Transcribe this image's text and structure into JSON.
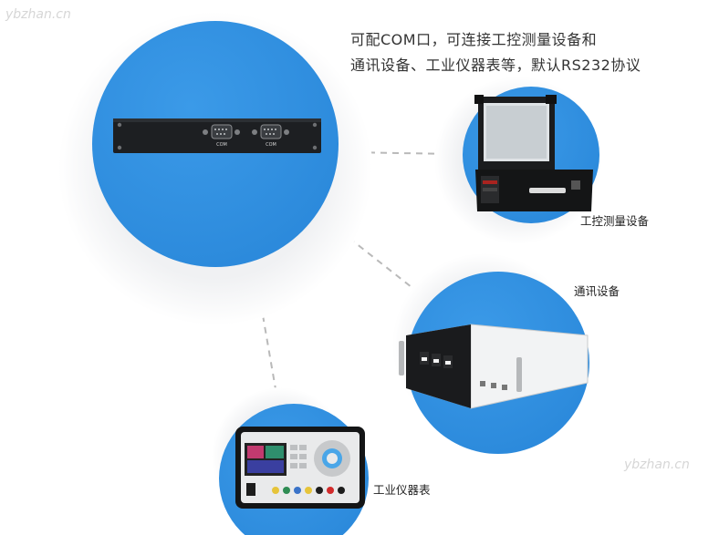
{
  "headline": {
    "line1": "可配COM口，可连接工控测量设备和",
    "line2": "通讯设备、工业仪器表等，默认RS232协议"
  },
  "panel": {
    "port1_label": "COM",
    "port2_label": "COM"
  },
  "devices": {
    "industrial_control": {
      "label": "工控测量设备"
    },
    "communication": {
      "label": "通讯设备"
    },
    "instrument": {
      "label": "工业仪器表"
    }
  },
  "watermark": {
    "top_left": "ybzhan.cn",
    "bottom_right": "ybzhan.cn"
  },
  "colors": {
    "circle_blue": "#2e8fe0",
    "halo": "#eef0f2",
    "connector": "#b9b9b9",
    "text": "#333333"
  }
}
